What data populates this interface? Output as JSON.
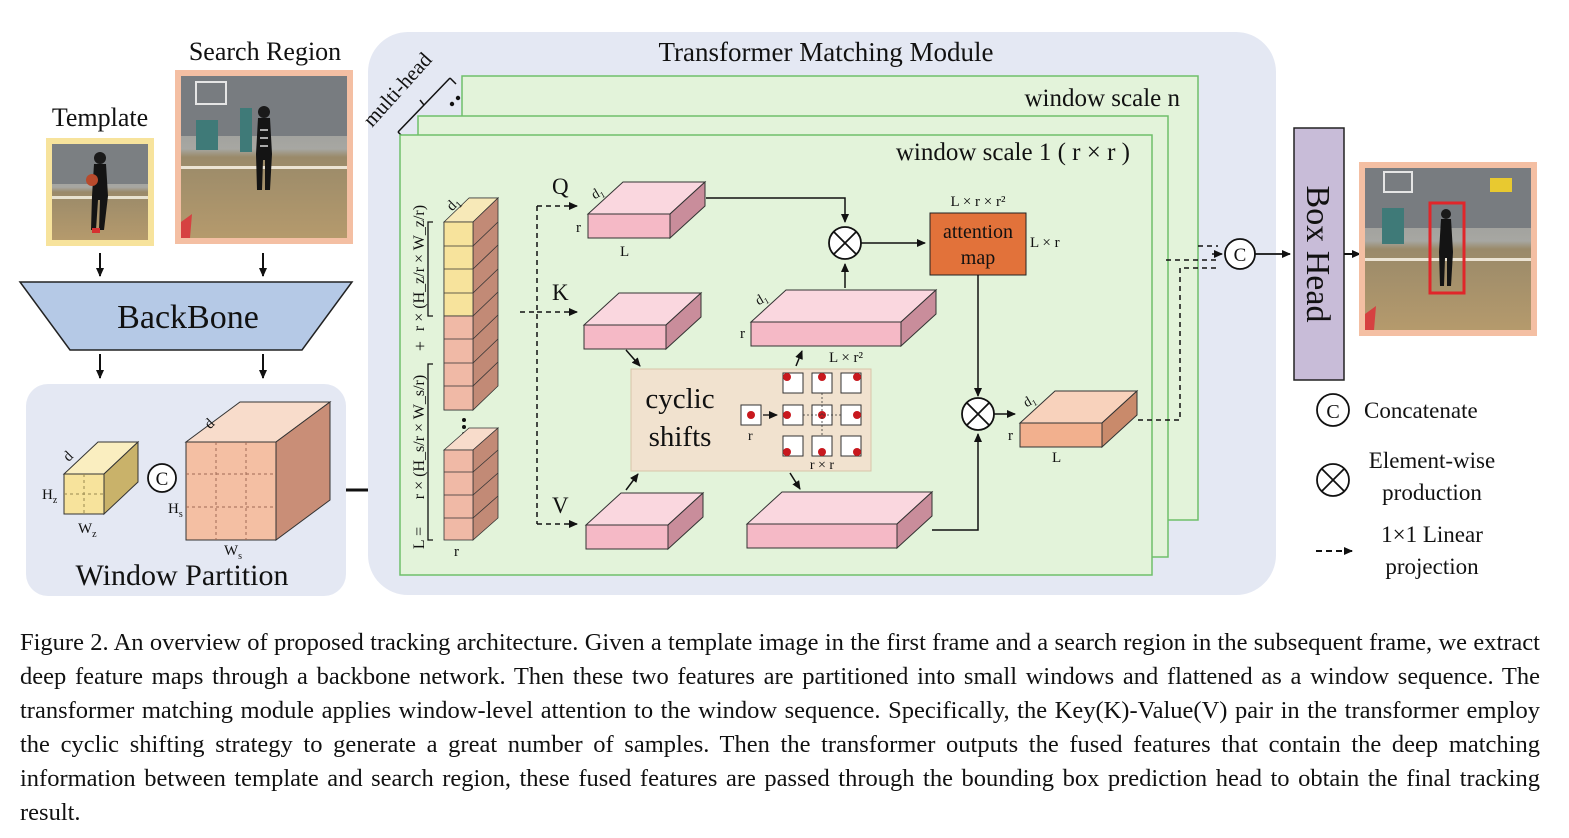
{
  "inputs": {
    "template_label": "Template",
    "search_label": "Search Region"
  },
  "backbone": {
    "label": "BackBone"
  },
  "window_partition": {
    "title": "Window Partition",
    "template_dims": {
      "depth": "d",
      "height": "H",
      "height_sub": "z",
      "width": "W",
      "width_sub": "z"
    },
    "search_dims": {
      "depth": "d",
      "height": "H",
      "height_sub": "s",
      "width": "W",
      "width_sub": "s"
    },
    "concat_symbol": "C"
  },
  "module": {
    "title": "Transformer Matching Module",
    "multi_head": "multi-head",
    "scale_n": "window scale n",
    "scale_1": "window scale 1 ( r × r )",
    "sequence_label_top": "r × (H_z/r × W_z/r)",
    "sequence_plus": "+",
    "sequence_label_bottom": "r × (H_s/r × W_s/r)",
    "sequence_L_eq": "L =",
    "seq_d": "d",
    "seq_d_sub": "1",
    "seq_r": "r",
    "q_label": "Q",
    "k_label": "K",
    "v_label": "V",
    "q_d": "d",
    "q_d_sub": "1",
    "q_r": "r",
    "q_L": "L",
    "kshift_d": "d",
    "kshift_d_sub": "1",
    "kshift_r": "r",
    "kshift_dim": "L × r²",
    "attention_label_1": "attention",
    "attention_label_2": "map",
    "attention_top": "L × r × r²",
    "attention_right": "L × r",
    "cyclic_1": "cyclic",
    "cyclic_2": "shifts",
    "cyclic_r": "r",
    "cyclic_rxr": "r × r",
    "out_d": "d",
    "out_d_sub": "1",
    "out_r": "r",
    "out_L": "L"
  },
  "output": {
    "box_head": "Box Head",
    "concat_symbol": "C"
  },
  "legend": {
    "concat_symbol": "C",
    "concat_label": "Concatenate",
    "product_label_1": "Element-wise",
    "product_label_2": "production",
    "linear_label_1": "1×1 Linear",
    "linear_label_2": "projection"
  },
  "caption": "Figure 2. An overview of proposed tracking architecture. Given a template image in the first frame and a search region in the subsequent frame, we extract deep feature maps through a backbone network. Then these two features are partitioned into small windows and flattened as a window sequence.  The transformer matching module applies window-level attention to the window sequence.  Specifically, the Key(K)-Value(V) pair in the transformer employ the cyclic shifting strategy to generate a great number of samples. Then the transformer outputs the fused features that contain the deep matching information between template and search region, these fused features are passed through the bounding box prediction head to obtain the final tracking result.",
  "colors": {
    "panel_bg": "#e4e8f3",
    "window_green": "#e3f3da",
    "window_border": "#6fbf6b",
    "backbone_fill": "#b5c9e6",
    "template_cube": "#f7e39c",
    "search_cube": "#f4bfa3",
    "tensor_pink": "#f5b9c6",
    "tensor_salmon": "#f2b08e",
    "attention_fill": "#e2723a",
    "box_head_fill": "#c8bcd8",
    "cyclic_bg": "#f1e2cf",
    "photo_frame_template": "#f7e39c",
    "photo_frame_search": "#f4bfa3",
    "track_box": "#e0262a"
  }
}
